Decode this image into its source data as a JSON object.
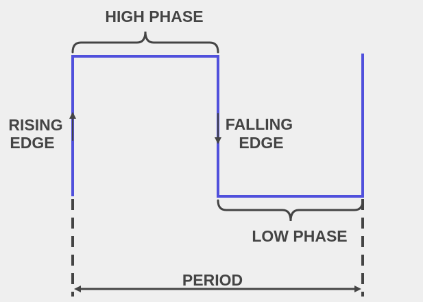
{
  "labels": {
    "high_phase": "HIGH PHASE",
    "rising_line1": "RISING",
    "rising_line2": "EDGE",
    "falling_line1": "FALLING",
    "falling_line2": "EDGE",
    "low_phase": "LOW PHASE",
    "period": "PERIOD"
  },
  "colors": {
    "background": "#efefef",
    "signal": "#5050dc",
    "annotation": "#444444"
  }
}
